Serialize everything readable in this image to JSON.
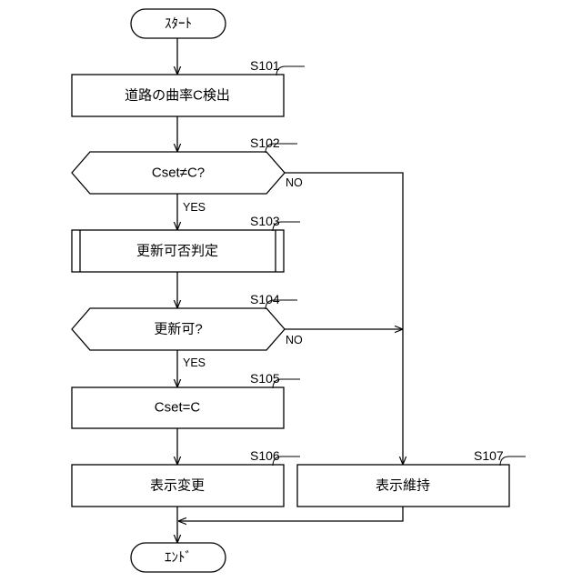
{
  "start": {
    "label": "ｽﾀｰﾄ"
  },
  "end": {
    "label": "ｴﾝﾄﾞ"
  },
  "steps": {
    "s101": {
      "id": "S101",
      "label": "道路の曲率C検出"
    },
    "s102": {
      "id": "S102",
      "label": "Cset≠C?"
    },
    "s103": {
      "id": "S103",
      "label": "更新可否判定"
    },
    "s104": {
      "id": "S104",
      "label": "更新可?"
    },
    "s105": {
      "id": "S105",
      "label": "Cset=C"
    },
    "s106": {
      "id": "S106",
      "label": "表示変更"
    },
    "s107": {
      "id": "S107",
      "label": "表示維持"
    }
  },
  "branches": {
    "s102_yes": "YES",
    "s102_no": "NO",
    "s104_yes": "YES",
    "s104_no": "NO"
  }
}
